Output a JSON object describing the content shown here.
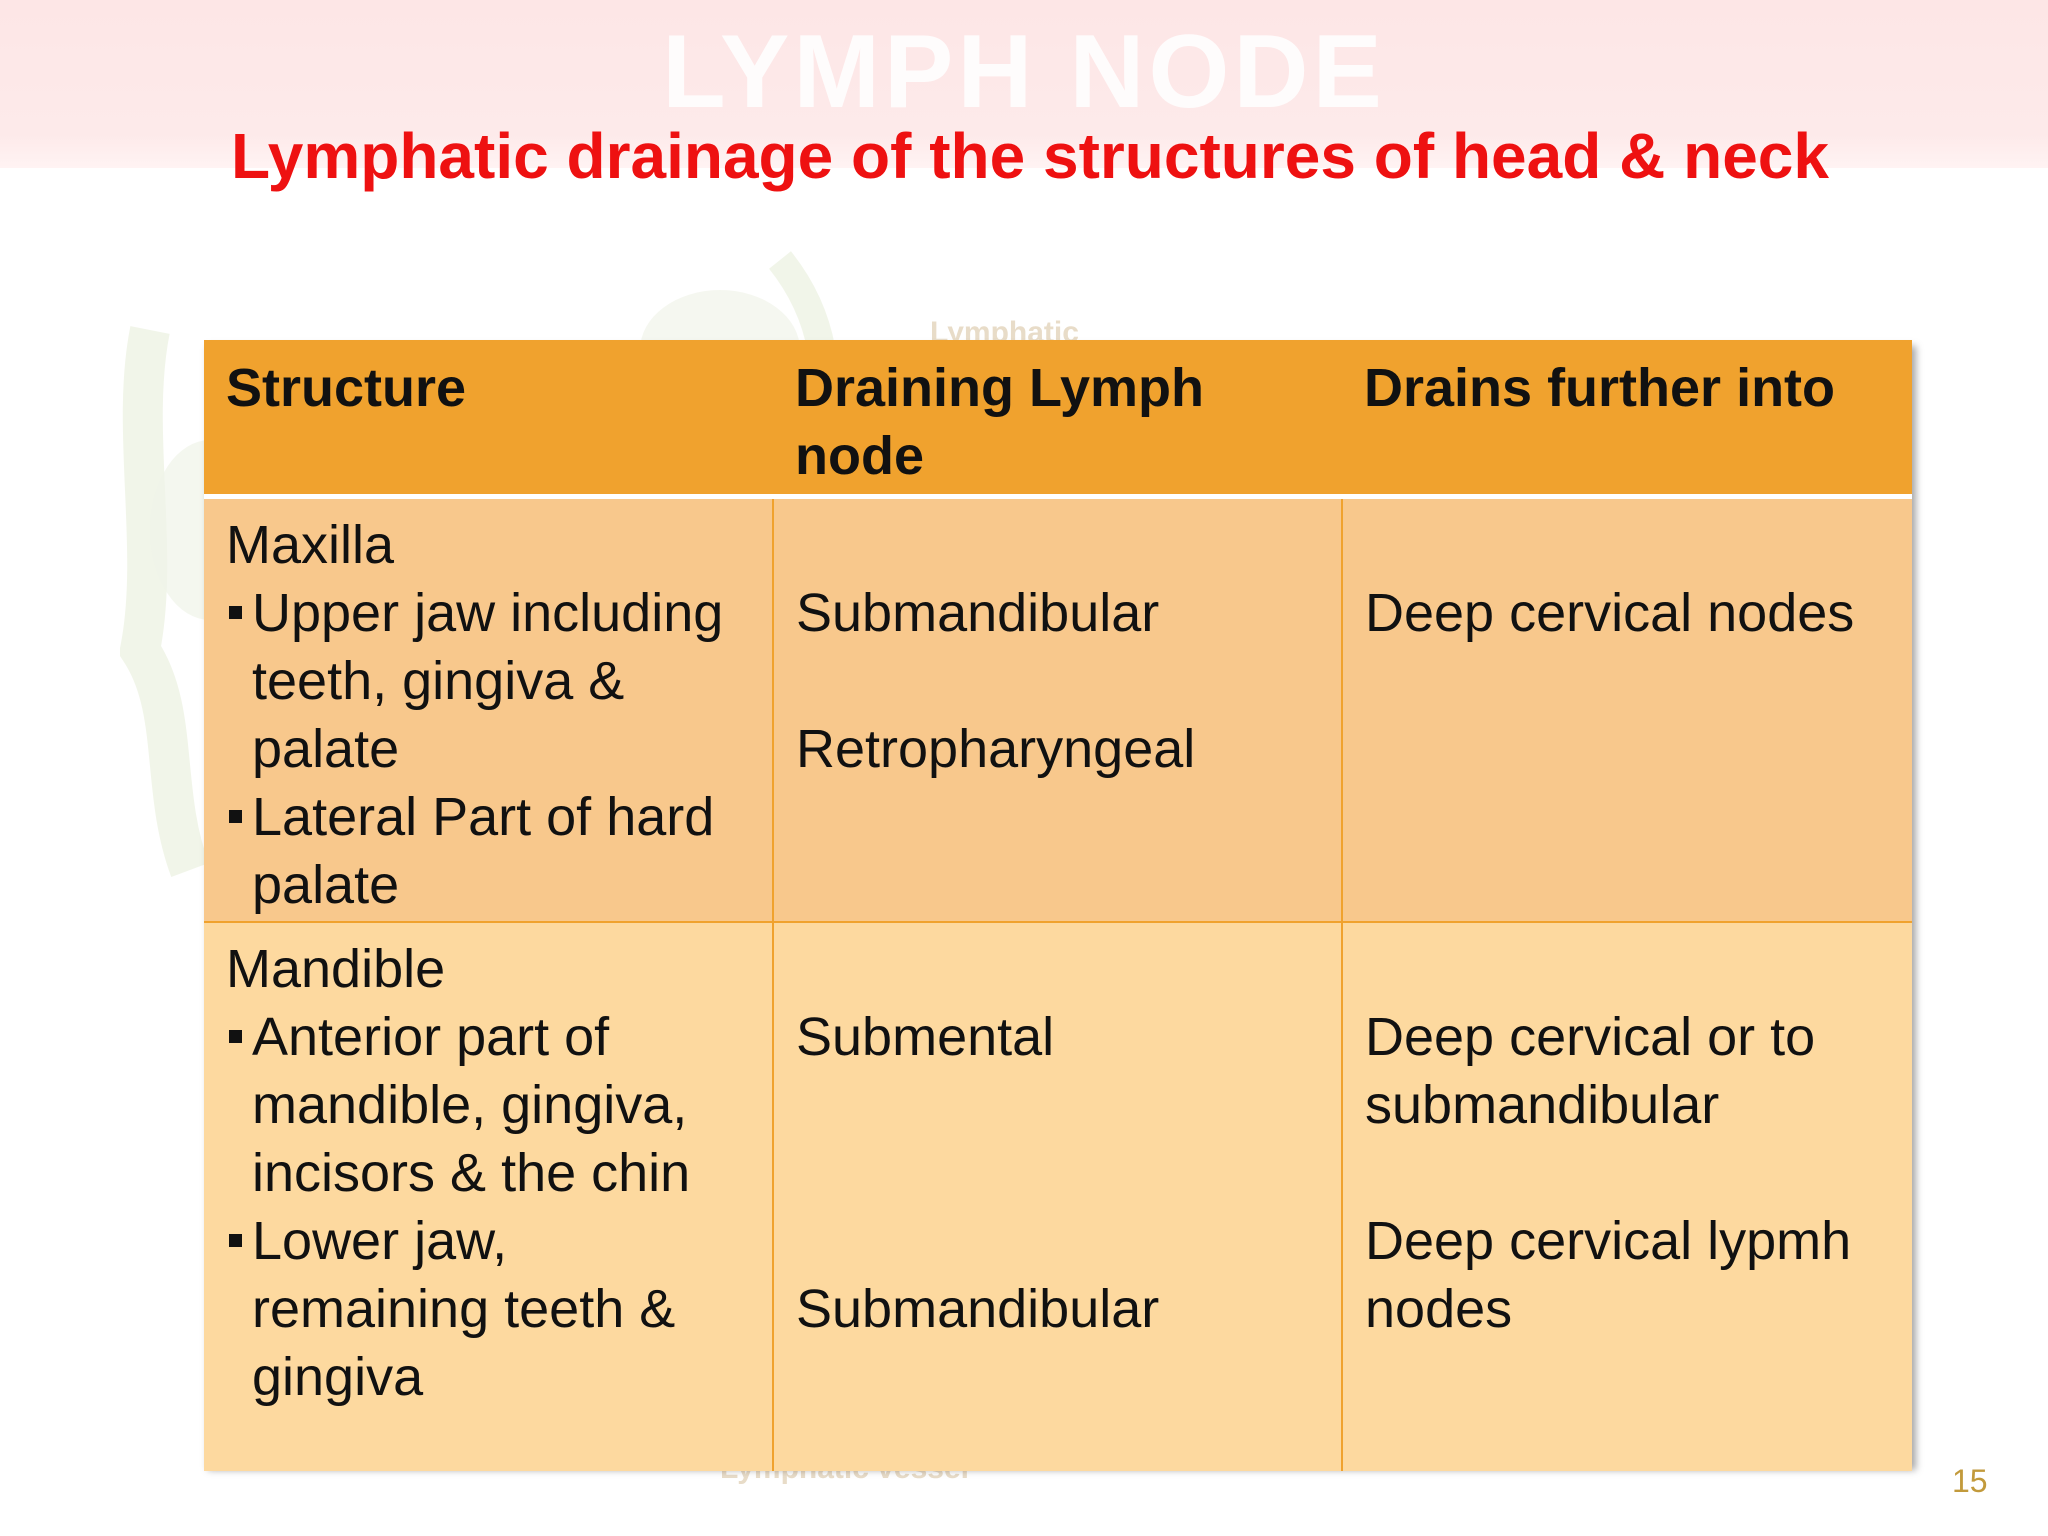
{
  "slide": {
    "watermark_title": "LYMPH NODE",
    "title": "Lymphatic drainage of the structures of head & neck",
    "page_number": "15"
  },
  "table": {
    "headers": [
      "Structure",
      "Draining Lymph node",
      "Drains further into"
    ],
    "rows": [
      {
        "structure_heading": "Maxilla",
        "structure_items": [
          "Upper jaw including teeth, gingiva & palate",
          "Lateral Part of hard palate"
        ],
        "draining_nodes": [
          "Submandibular",
          "Retropharyngeal"
        ],
        "drains_into": [
          "Deep cervical nodes"
        ]
      },
      {
        "structure_heading": "Mandible",
        "structure_items": [
          "Anterior part of mandible, gingiva, incisors & the chin",
          "Lower jaw, remaining teeth & gingiva"
        ],
        "draining_nodes": [
          "Submental",
          "Submandibular"
        ],
        "drains_into": [
          "Deep cervical or to submandibular",
          "Deep cervical lypmh nodes"
        ]
      }
    ]
  },
  "background_art": {
    "labels": [
      "Lymphatic",
      "Lymphatic vessel"
    ]
  },
  "colors": {
    "title_red": "#ee1111",
    "header_orange": "#f0a22e",
    "row1_fill": "#f8c88c",
    "row2_fill": "#fdd99f",
    "header_band_pink": "#fde6e6",
    "page_number_gold": "#c29a3c"
  }
}
